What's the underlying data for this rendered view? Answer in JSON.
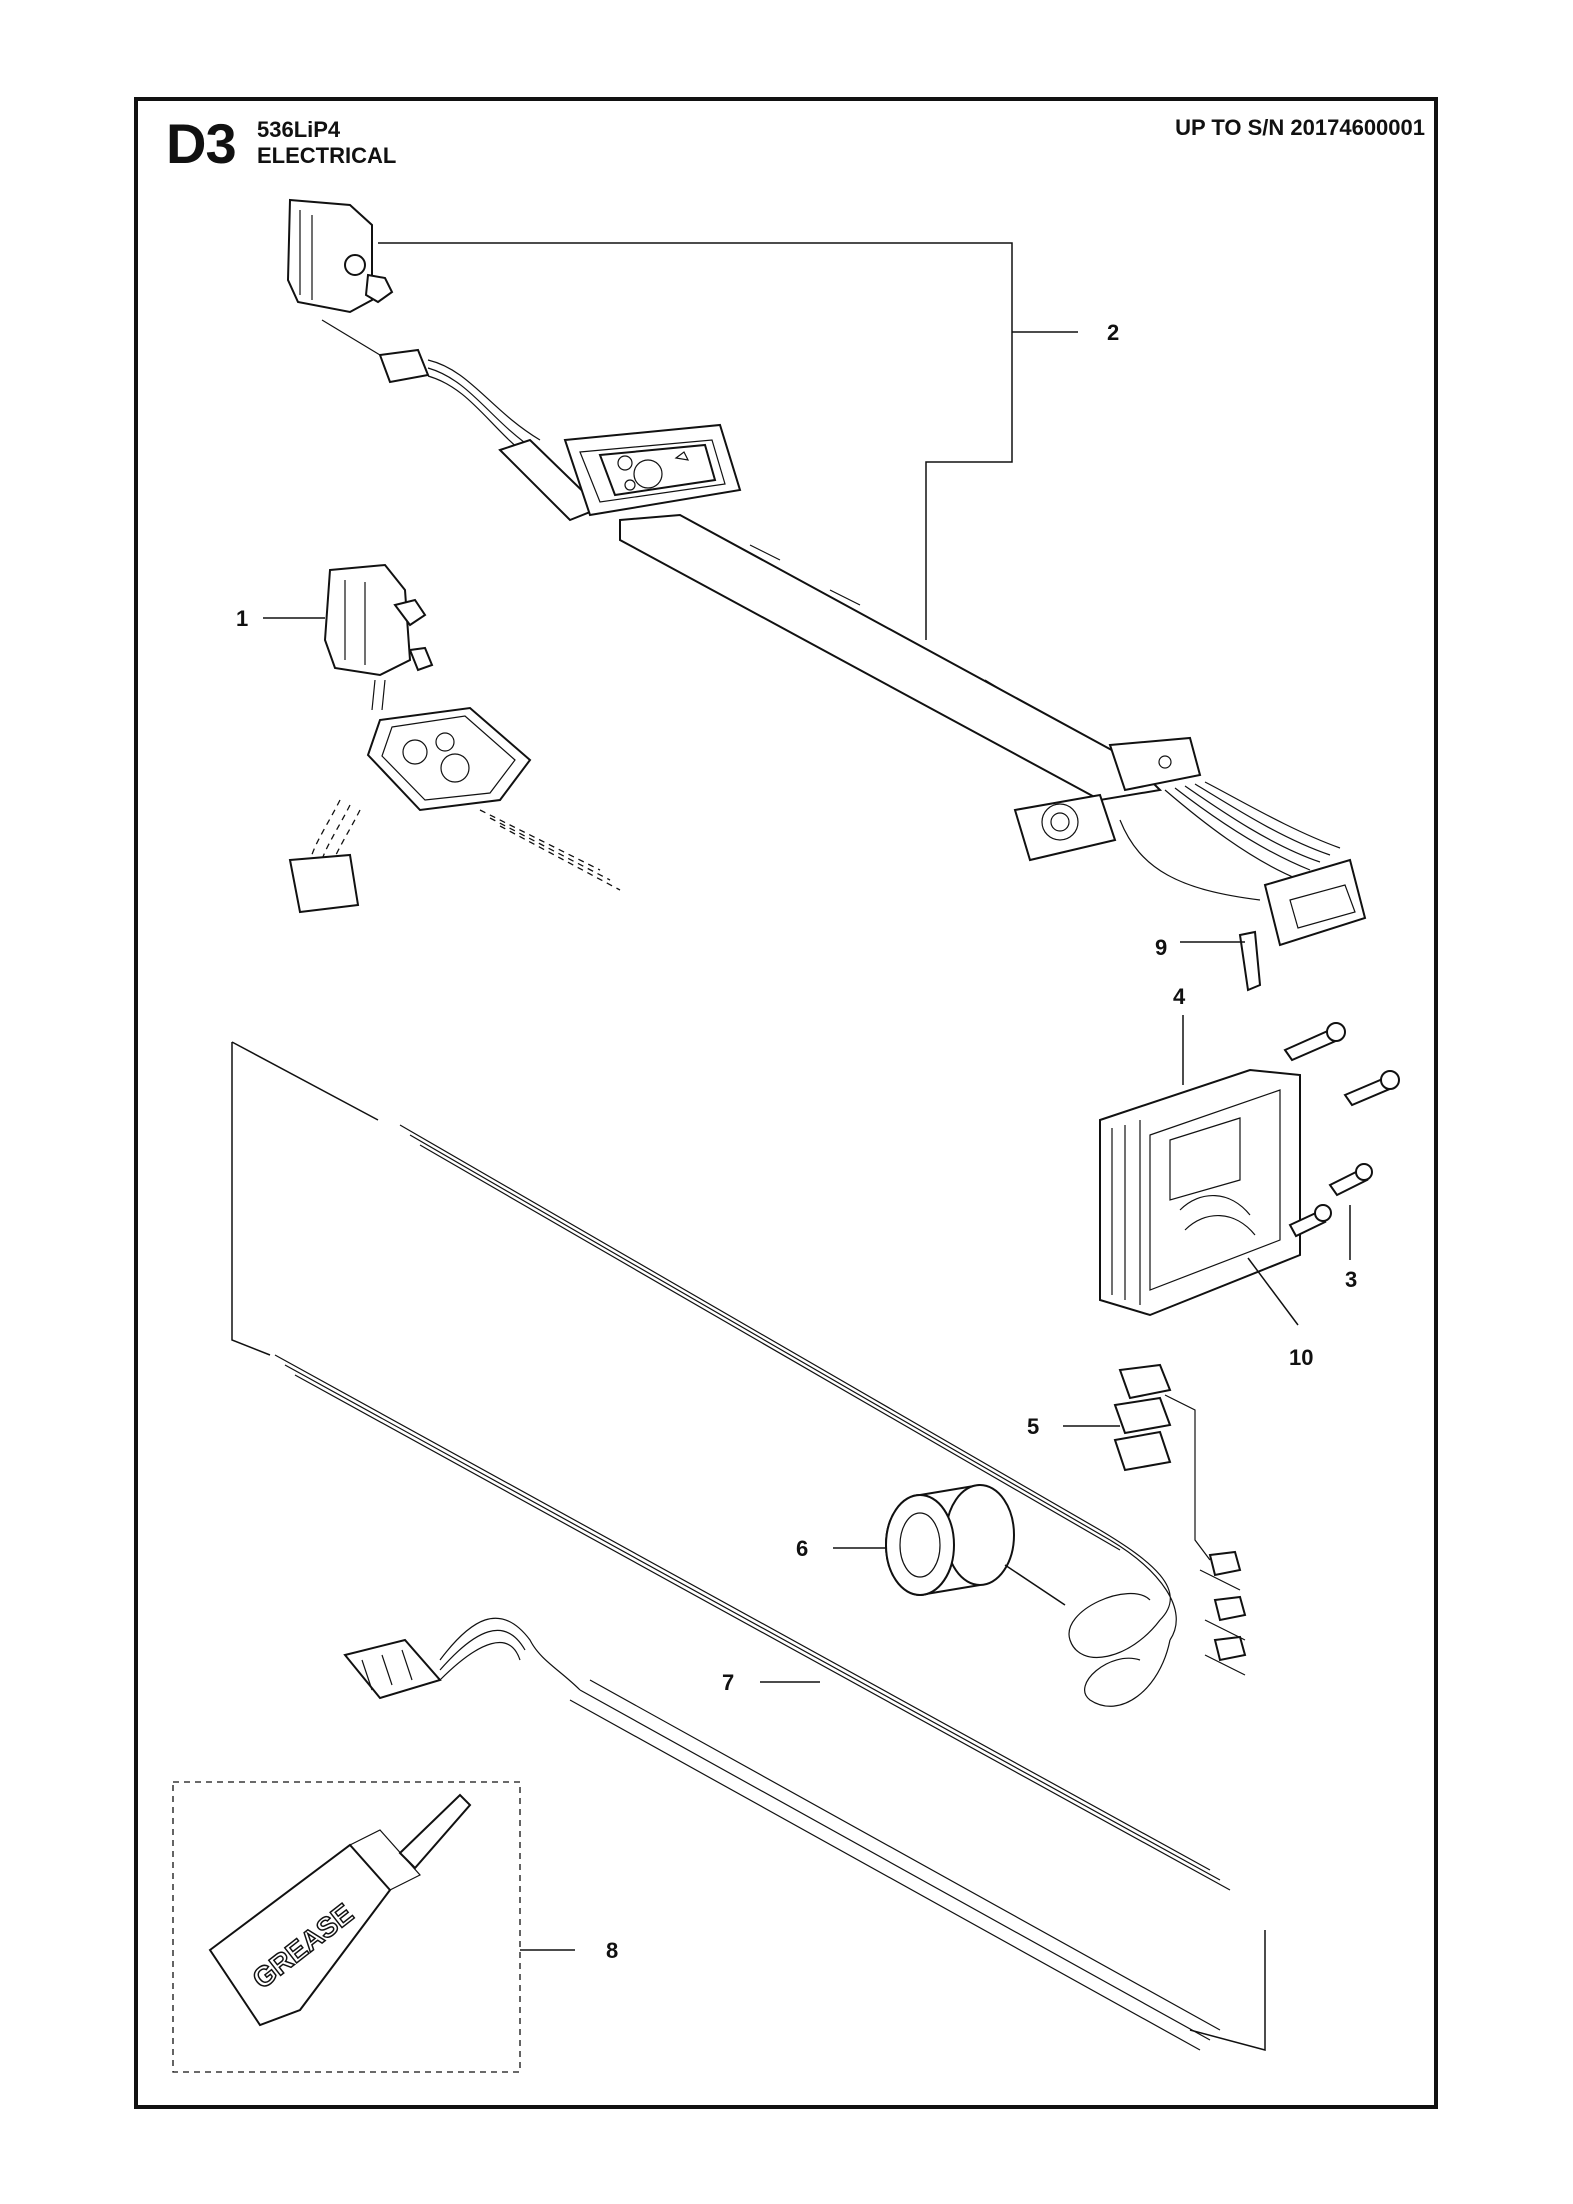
{
  "header": {
    "page_code": "D3",
    "model": "536LiP4",
    "section": "ELECTRICAL",
    "serial_note": "UP TO S/N 20174600001"
  },
  "callouts": [
    "1",
    "2",
    "3",
    "4",
    "5",
    "6",
    "7",
    "8",
    "9",
    "10"
  ],
  "grease_label": "GREASE"
}
